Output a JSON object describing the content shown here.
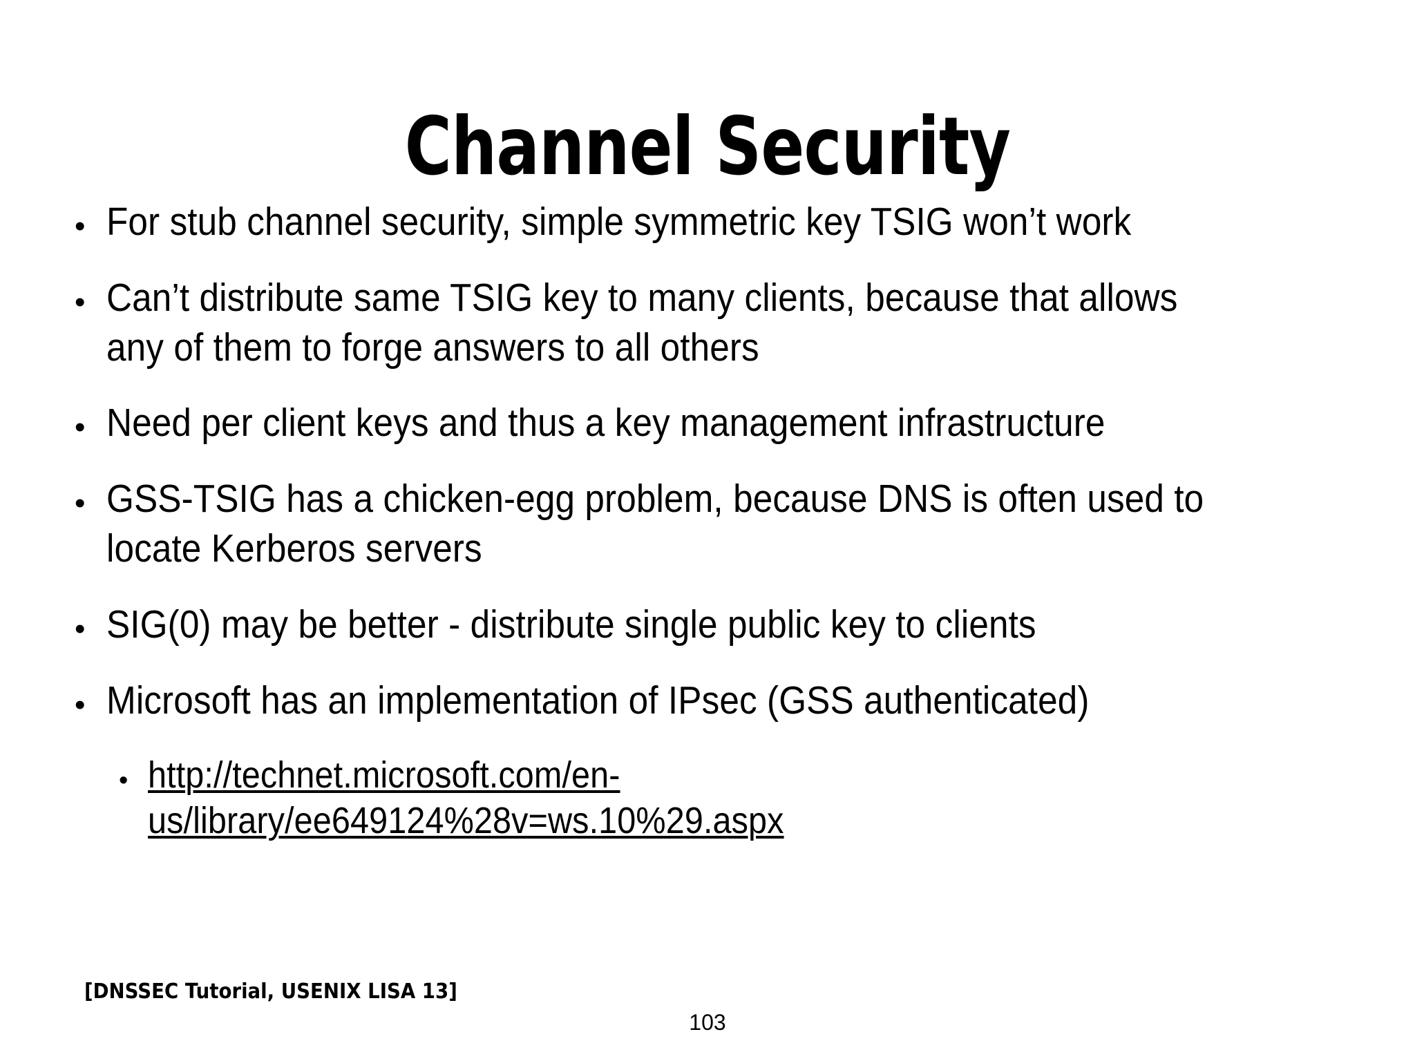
{
  "slide": {
    "title": "Channel Security",
    "bullet_marker": "•",
    "bullets": [
      {
        "level": 1,
        "text": "For stub channel security, simple symmetric key TSIG won’t work"
      },
      {
        "level": 1,
        "text": "Can’t distribute same TSIG key to many clients, because that allows any of them to forge answers to all others"
      },
      {
        "level": 1,
        "text": "Need per client keys and thus a key management infrastructure"
      },
      {
        "level": 1,
        "text": "GSS-TSIG has a chicken-egg problem, because DNS is often used to locate Kerberos servers"
      },
      {
        "level": 1,
        "text": "SIG(0) may be better - distribute single public key to clients"
      },
      {
        "level": 1,
        "text": "Microsoft has an implementation of IPsec (GSS authenticated)"
      },
      {
        "level": 2,
        "link": true,
        "text": "http://technet.microsoft.com/en-us/library/ee649124%28v=ws.10%29.aspx"
      }
    ],
    "footer_note": "[DNSSEC Tutorial, USENIX LISA 13]",
    "page_number": "103",
    "colors": {
      "background": "#ffffff",
      "text": "#000000"
    }
  }
}
